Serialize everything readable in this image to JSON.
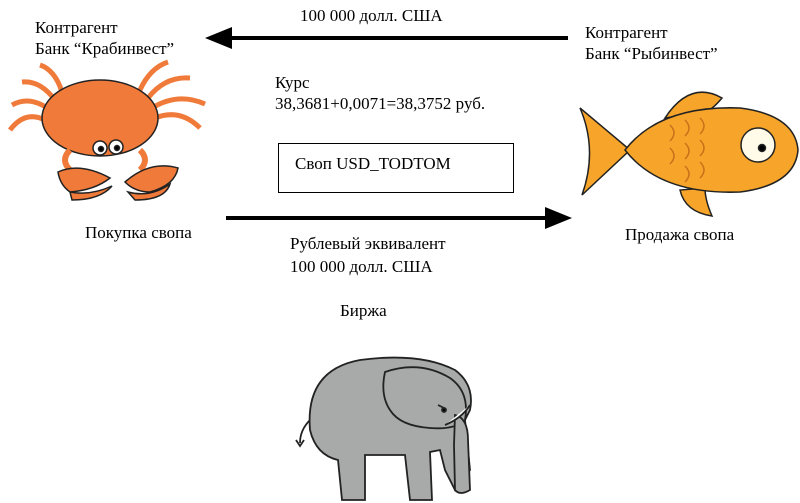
{
  "top_arrow": {
    "label": "100 000 долл. США"
  },
  "left_party": {
    "line1": "Контрагент",
    "line2": "Банк “Крабинвест”",
    "icon": "crab-icon"
  },
  "right_party": {
    "line1": "Контрагент",
    "line2": "Банк “Рыбинвест”",
    "icon": "fish-icon"
  },
  "rate": {
    "line1": "Курс",
    "line2": "38,3681+0,0071=38,3752 руб."
  },
  "swap_box": {
    "label": "Своп USD_TODTOM"
  },
  "buy_label": "Покупка свопа",
  "sell_label": "Продажа свопа",
  "bottom_arrow": {
    "line1": "Рублевый эквивалент",
    "line2": "100 000 долл. США"
  },
  "exchange": {
    "label": "Биржа",
    "icon": "elephant-icon"
  },
  "colors": {
    "crab": "#f07a3a",
    "fish": "#f7a52a",
    "elephant": "#a7aaa9"
  }
}
